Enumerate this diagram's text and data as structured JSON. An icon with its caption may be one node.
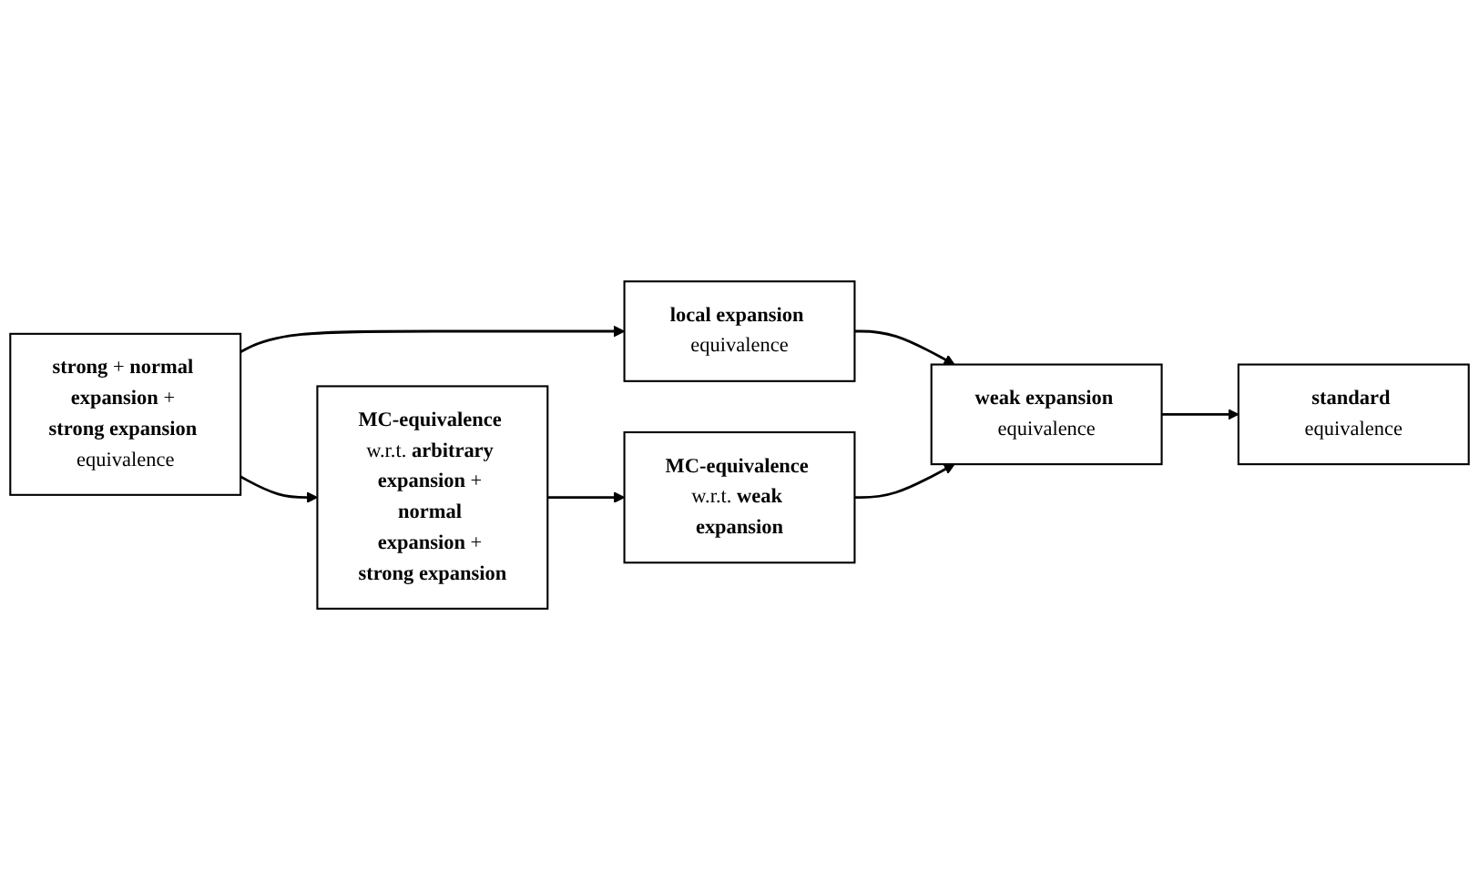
{
  "diagram": {
    "nodes": [
      {
        "text": [
          "**strong** + **normal expansion** + **strong expansion** equivalence"
        ]
      },
      {
        "text": [
          "**local expansion** equivalence"
        ]
      },
      {
        "text": [
          "**weak expansion** equivalence"
        ]
      },
      {
        "text": [
          "**standard** equivalence"
        ]
      },
      {
        "text": [
          "**MC-equivalence** w.r.t. **arbitrary expansion** + **normal expansion** + **strong expansion**"
        ]
      },
      {
        "text": [
          "**MC-equivalence** w.r.t. **weak expansion**"
        ]
      }
    ],
    "edges": [
      {
        "from": 0,
        "to": 1,
        "arrow": "to"
      },
      {
        "from": 1,
        "to": 2,
        "arrow": "to"
      },
      {
        "from": 2,
        "to": 3,
        "arrow": "to"
      },
      {
        "from": 0,
        "to": 4,
        "arrow": "to"
      },
      {
        "from": 4,
        "to": 5,
        "arrow": "to"
      },
      {
        "from": 5,
        "to": 2,
        "arrow": "to"
      }
    ]
  }
}
